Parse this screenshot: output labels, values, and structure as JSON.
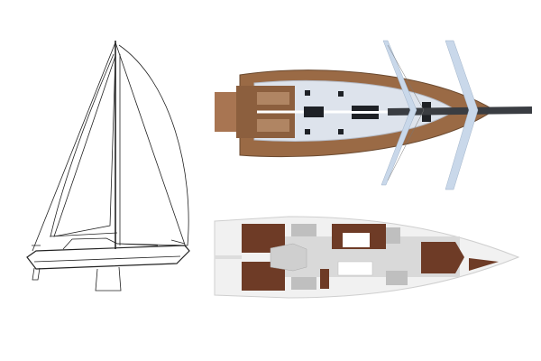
{
  "colors": {
    "background": "#ffffff",
    "line_drawing": "#222222",
    "teak_deck": "#9a6a45",
    "deck_surface": "#dde3ec",
    "mast": "#3a3d42",
    "spreader": "#c9d8ea",
    "cabin_floor": "#6e3b26",
    "interior": "#d9d9d9"
  },
  "views": [
    "side-profile",
    "deck-plan",
    "interior-layout"
  ]
}
